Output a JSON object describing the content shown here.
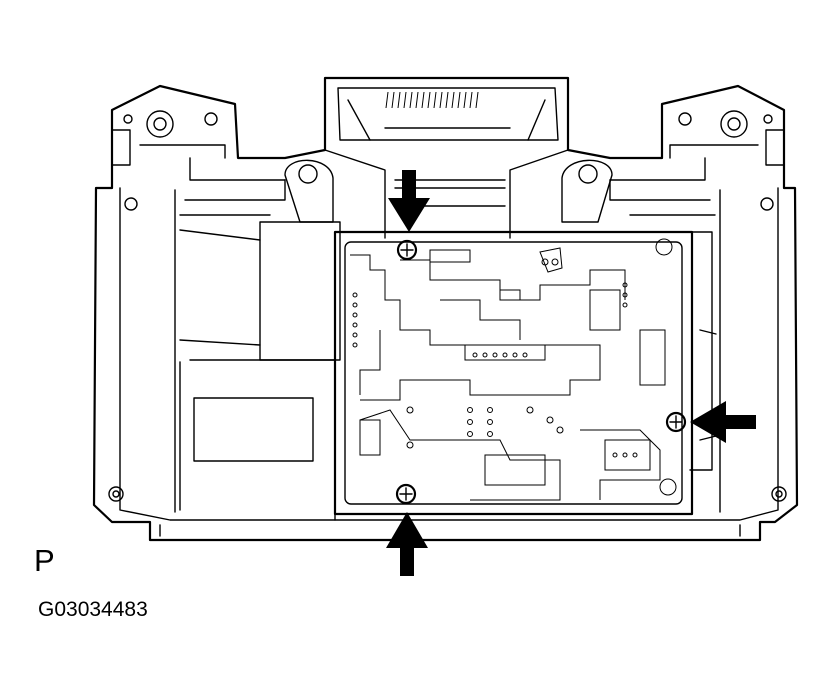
{
  "figure": {
    "view_label": "P",
    "figure_code": "G03034483"
  },
  "callouts": [
    {
      "name": "arrow-top-screw",
      "direction": "down"
    },
    {
      "name": "arrow-right-screw",
      "direction": "left"
    },
    {
      "name": "arrow-bottom-screw",
      "direction": "up"
    }
  ],
  "colors": {
    "line": "#000000",
    "background": "#ffffff"
  }
}
